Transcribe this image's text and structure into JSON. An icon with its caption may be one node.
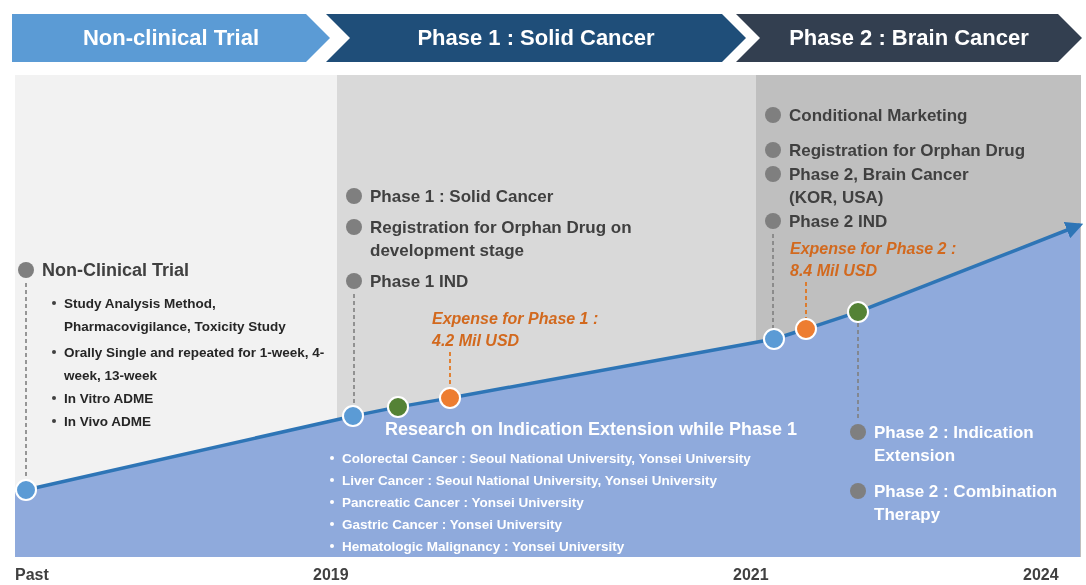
{
  "diagram": {
    "nodes": [
      {
        "text": [
          "Non-clinical Trial"
        ]
      },
      {
        "text": [
          "Phase 1 : Solid Cancer"
        ]
      },
      {
        "text": [
          "Phase 2 : Brain Cancer"
        ]
      },
      {
        "text": [
          "Non-Clinical Trial"
        ]
      },
      {
        "text": [],
        "shape": "circle"
      },
      {
        "text": [
          "Phase 1 IND"
        ]
      },
      {
        "text": [],
        "shape": "circle"
      },
      {
        "text": [],
        "shape": "circle"
      },
      {
        "text": [
          "Expense for Phase 1 : 4.2 Mil USD"
        ]
      },
      {
        "text": [],
        "shape": "circle"
      },
      {
        "text": [
          "Phase 2 IND"
        ]
      },
      {
        "text": [
          "Expense for Phase 2 : 8.4 Mil USD"
        ]
      },
      {
        "text": [],
        "shape": "circle"
      },
      {
        "text": [],
        "shape": "circle"
      },
      {
        "text": [],
        "shape": "circle"
      },
      {
        "text": [
          "Phase 2 : Indication Extension"
        ]
      }
    ],
    "edges": [
      {
        "from": 3,
        "to": 4,
        "arrow": "none",
        "style": "dashed",
        "color": "#7f7f7f"
      },
      {
        "from": 5,
        "to": 6,
        "arrow": "none",
        "style": "dashed",
        "color": "#7f7f7f"
      },
      {
        "from": 8,
        "to": 9,
        "arrow": "none",
        "style": "dashed",
        "color": "#e36c0a"
      },
      {
        "from": 10,
        "to": 12,
        "arrow": "none",
        "style": "dashed",
        "color": "#7f7f7f"
      },
      {
        "from": 11,
        "to": 13,
        "arrow": "none",
        "style": "dashed",
        "color": "#e36c0a"
      },
      {
        "from": 14,
        "to": 15,
        "arrow": "none",
        "style": "dashed",
        "color": "#7f7f7f"
      },
      {
        "from": 4,
        "to": 6,
        "arrow": "none",
        "color": "#2e75b6"
      },
      {
        "from": 6,
        "to": 7,
        "arrow": "none",
        "color": "#2e75b6"
      },
      {
        "from": 7,
        "to": 9,
        "arrow": "none",
        "color": "#2e75b6"
      },
      {
        "from": 9,
        "to": 12,
        "arrow": "none",
        "color": "#2e75b6"
      },
      {
        "from": 12,
        "to": 13,
        "arrow": "none",
        "color": "#2e75b6"
      },
      {
        "from": 13,
        "to": 14,
        "arrow": "none",
        "color": "#2e75b6"
      },
      {
        "from": 14,
        "to": null,
        "arrow": "to",
        "color": "#2e75b6"
      }
    ],
    "labels": [
      "Study Analysis Method, Pharmacovigilance, Toxicity Study",
      "Orally Single and repeated for 1-week, 4-week, 13-week",
      "In Vitro ADME",
      "In Vivo ADME",
      "Phase 1 : Solid Cancer",
      "Registration for Orphan Drug on development stage",
      "Conditional Marketing",
      "Registration for Orphan Drug",
      "Phase 2, Brain Cancer (KOR, USA)",
      "Research on Indication Extension while Phase 1",
      "Colorectal Cancer : Seoul National University, Yonsei University",
      "Liver Cancer : Seoul National University, Yonsei University",
      "Pancreatic Cancer : Yonsei University",
      "Gastric Cancer : Yonsei University",
      "Hematologic Malignancy : Yonsei University",
      "Phase 2 : Combination Therapy",
      "Past",
      "2019",
      "2021",
      "2024"
    ]
  }
}
